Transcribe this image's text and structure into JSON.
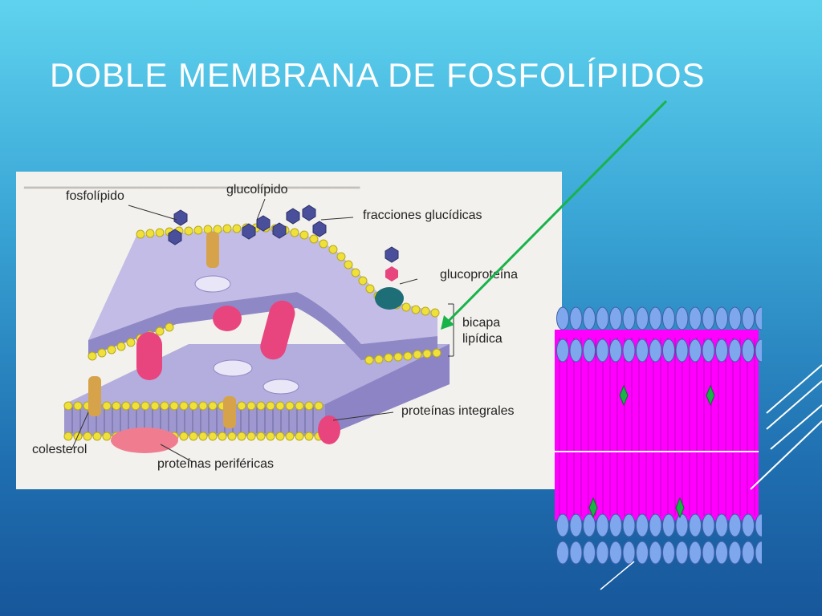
{
  "slide": {
    "title": "DOBLE MEMBRANA DE FOSFOLÍPIDOS",
    "background_top": "#5fd3ee",
    "background_bottom": "#17569a",
    "arrow_color": "#19b34a"
  },
  "figure": {
    "labels": {
      "phospholipid": "fosfolípido",
      "glycolipid": "glucolípido",
      "sugar_fractions": "fracciones glucídicas",
      "glycoprotein": "glucoproteína",
      "bilayer_line1": "bicapa",
      "bilayer_line2": "lipídica",
      "integral_proteins": "proteínas integrales",
      "cholesterol": "colesterol",
      "peripheral_proteins": "proteínas periféricas"
    },
    "colors": {
      "head": "#efe03a",
      "membrane": "#b4aede",
      "protein": "#e8457f",
      "glyco": "#4a4f9c"
    }
  },
  "lipid_panel": {
    "head_color": "#7ea7ee",
    "tail_color": "#ff00ff"
  }
}
